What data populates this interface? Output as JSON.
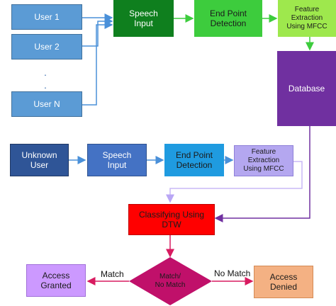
{
  "nodes": {
    "user1": "User 1",
    "user2": "User 2",
    "ellipsis": ".",
    "userN": "User N",
    "speech_input_top": "Speech\nInput",
    "endpoint_top": "End Point\nDetection",
    "feature_top": "Feature\nExtraction\nUsing MFCC",
    "database": "Database",
    "unknown_user": "Unknown\nUser",
    "speech_input_bottom": "Speech\nInput",
    "endpoint_bottom": "End Point\nDetection",
    "feature_bottom": "Feature\nExtraction\nUsing MFCC",
    "classifying": "Classifying Using\nDTW",
    "decision": "Match/\nNo Match",
    "access_granted": "Access\nGranted",
    "access_denied": "Access\nDenied"
  },
  "edges": {
    "match_label": "Match",
    "no_match_label": "No Match"
  },
  "colors": {
    "arrow_blue": "#4a90d9",
    "arrow_green": "#3dcc3d",
    "arrow_purple": "#7030a0",
    "arrow_lavender": "#c9b8f5",
    "arrow_red": "#d81b60",
    "decision_fill": "#c0106a"
  }
}
